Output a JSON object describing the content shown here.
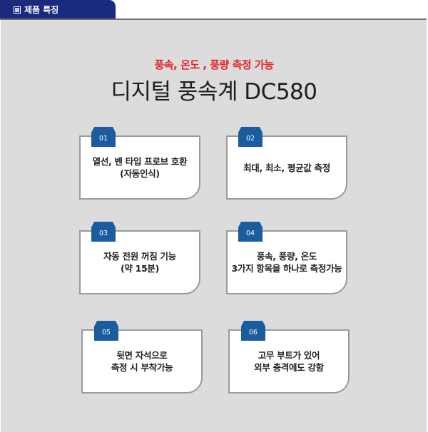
{
  "header": {
    "label": "제품 특징",
    "colors": {
      "tab": "#1a2a7e",
      "line": "#6f6f6f",
      "panel": "#dcdcdc"
    }
  },
  "headline": {
    "subtitle": "풍속, 온도 , 풍량 측정 가능",
    "title": "디지털 풍속계 DC580",
    "subtitle_color": "#e4222a"
  },
  "features": [
    {
      "number": "01",
      "text": "열선, 벤 타입 프로브 호환\n(자동인식)"
    },
    {
      "number": "02",
      "text": "최대, 최소, 평균값 측정"
    },
    {
      "number": "03",
      "text": "자동 전원 꺼짐 기능\n(약 15분)"
    },
    {
      "number": "04",
      "text": "풍속, 풍량, 온도\n3가지 항목을 하나로 측정가능"
    },
    {
      "number": "05",
      "text": "뒷면 자석으로\n측정 시 부착가능"
    },
    {
      "number": "06",
      "text": "고무 부트가 있어\n외부 충격에도 강함"
    }
  ],
  "badge_color": "#1b5c9e"
}
